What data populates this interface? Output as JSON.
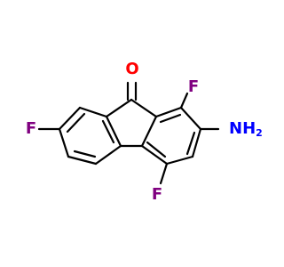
{
  "molecule": {
    "atoms": {
      "oxygen": {
        "symbol": "O",
        "color": "#ff0000"
      },
      "fluorine_left": {
        "symbol": "F",
        "color": "#800080"
      },
      "fluorine_top_right": {
        "symbol": "F",
        "color": "#800080"
      },
      "fluorine_bottom": {
        "symbol": "F",
        "color": "#800080"
      },
      "amino": {
        "symbol": "NH",
        "subscript": "2",
        "color": "#0000ff"
      }
    }
  }
}
